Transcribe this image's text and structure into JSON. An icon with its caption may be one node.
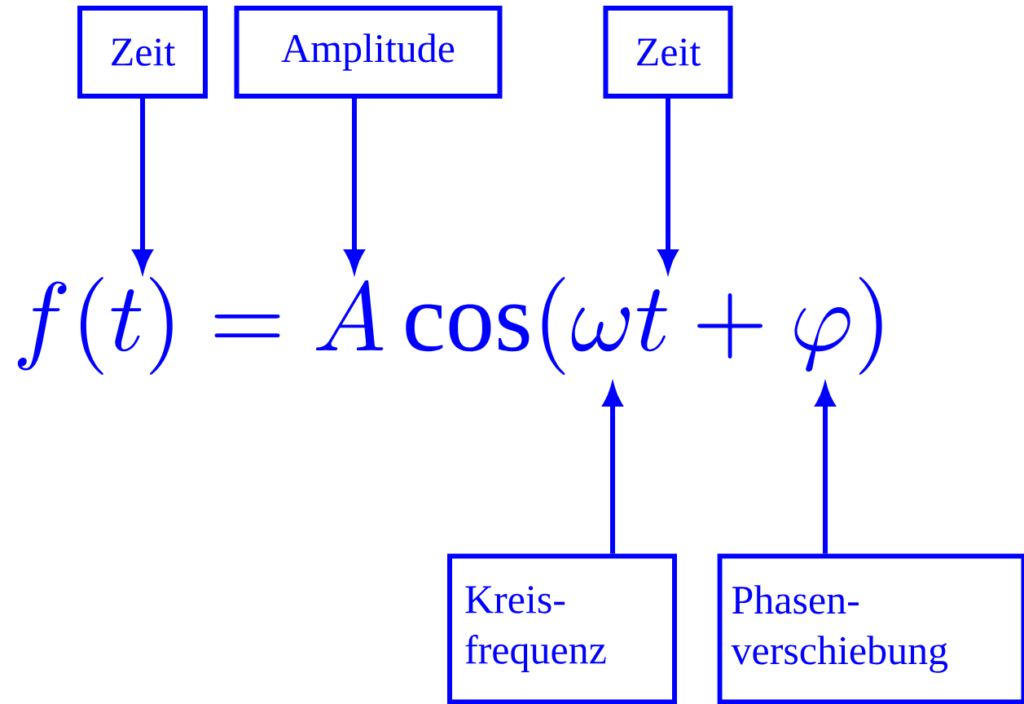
{
  "diagram": {
    "nodes": [
      {
        "text": [
          "Zeit"
        ]
      },
      {
        "text": [
          "Amplitude"
        ]
      },
      {
        "text": [
          "Zeit"
        ]
      },
      {
        "text": [
          "Kreis- frequenz"
        ]
      },
      {
        "text": [
          "Phasen- verschiebung"
        ]
      }
    ],
    "edges": [
      {
        "from": 0,
        "to": null,
        "arrow": "to"
      },
      {
        "from": 1,
        "to": null,
        "arrow": "to"
      },
      {
        "from": 2,
        "to": null,
        "arrow": "to"
      },
      {
        "from": 3,
        "to": null,
        "arrow": "to"
      },
      {
        "from": 4,
        "to": null,
        "arrow": "to"
      }
    ],
    "labels": [
      "f(t) = A\\cos(\\omega t + \\varphi)"
    ]
  }
}
